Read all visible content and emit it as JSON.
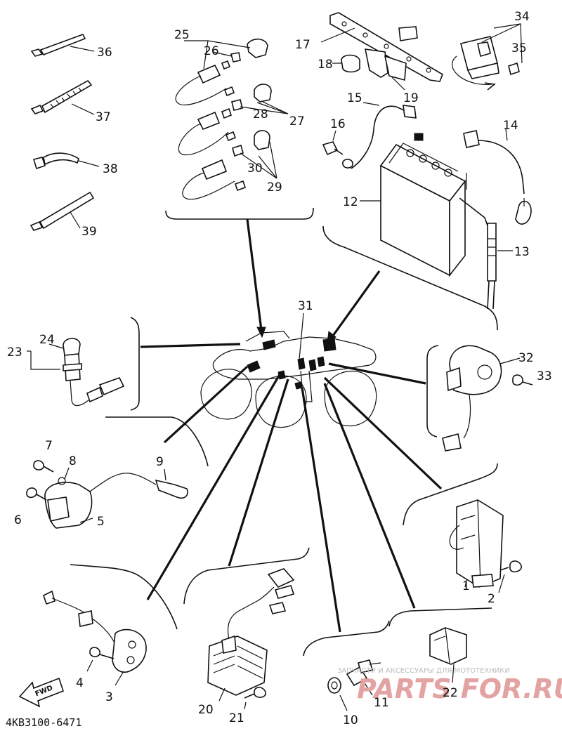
{
  "diagram": {
    "code": "4KB3100-6471",
    "fwd_label": "FWD",
    "watermark_small": "ЗАПЧАСТИ И АКСЕССУАРЫ ДЛЯ МОТОТЕХНИКИ",
    "watermark_brand": "PARTS FOR.RU",
    "callouts": {
      "c1": "1",
      "c2": "2",
      "c3": "3",
      "c4": "4",
      "c5": "5",
      "c6": "6",
      "c7": "7",
      "c8": "8",
      "c9": "9",
      "c10": "10",
      "c11": "11",
      "c12": "12",
      "c13": "13",
      "c14": "14",
      "c15": "15",
      "c16": "16",
      "c17": "17",
      "c18": "18",
      "c19": "19",
      "c20": "20",
      "c21": "21",
      "c22": "22",
      "c23": "23",
      "c24": "24",
      "c25": "25",
      "c26": "26",
      "c27": "27",
      "c28": "28",
      "c29": "29",
      "c30": "30",
      "c31": "31",
      "c32": "32",
      "c33": "33",
      "c34": "34",
      "c35": "35",
      "c36": "36",
      "c37": "37",
      "c38": "38",
      "c39": "39"
    }
  }
}
